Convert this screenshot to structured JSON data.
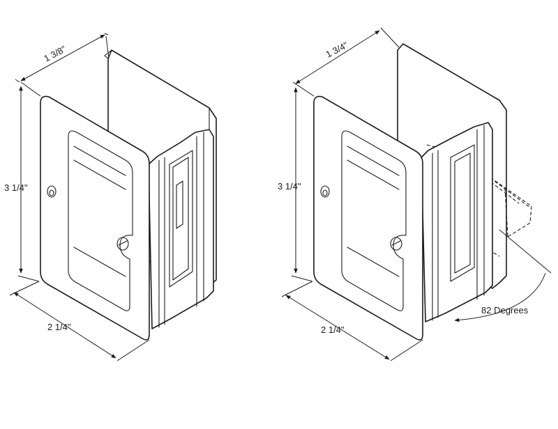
{
  "left_pull": {
    "depth_label": "1 3/8\"",
    "height_label": "3 1/4\"",
    "width_label": "2 1/4\""
  },
  "right_pull": {
    "depth_label": "1 3/4\"",
    "height_label": "3 1/4\"",
    "width_label": "2 1/4\"",
    "angle_label": "82 Degrees"
  }
}
